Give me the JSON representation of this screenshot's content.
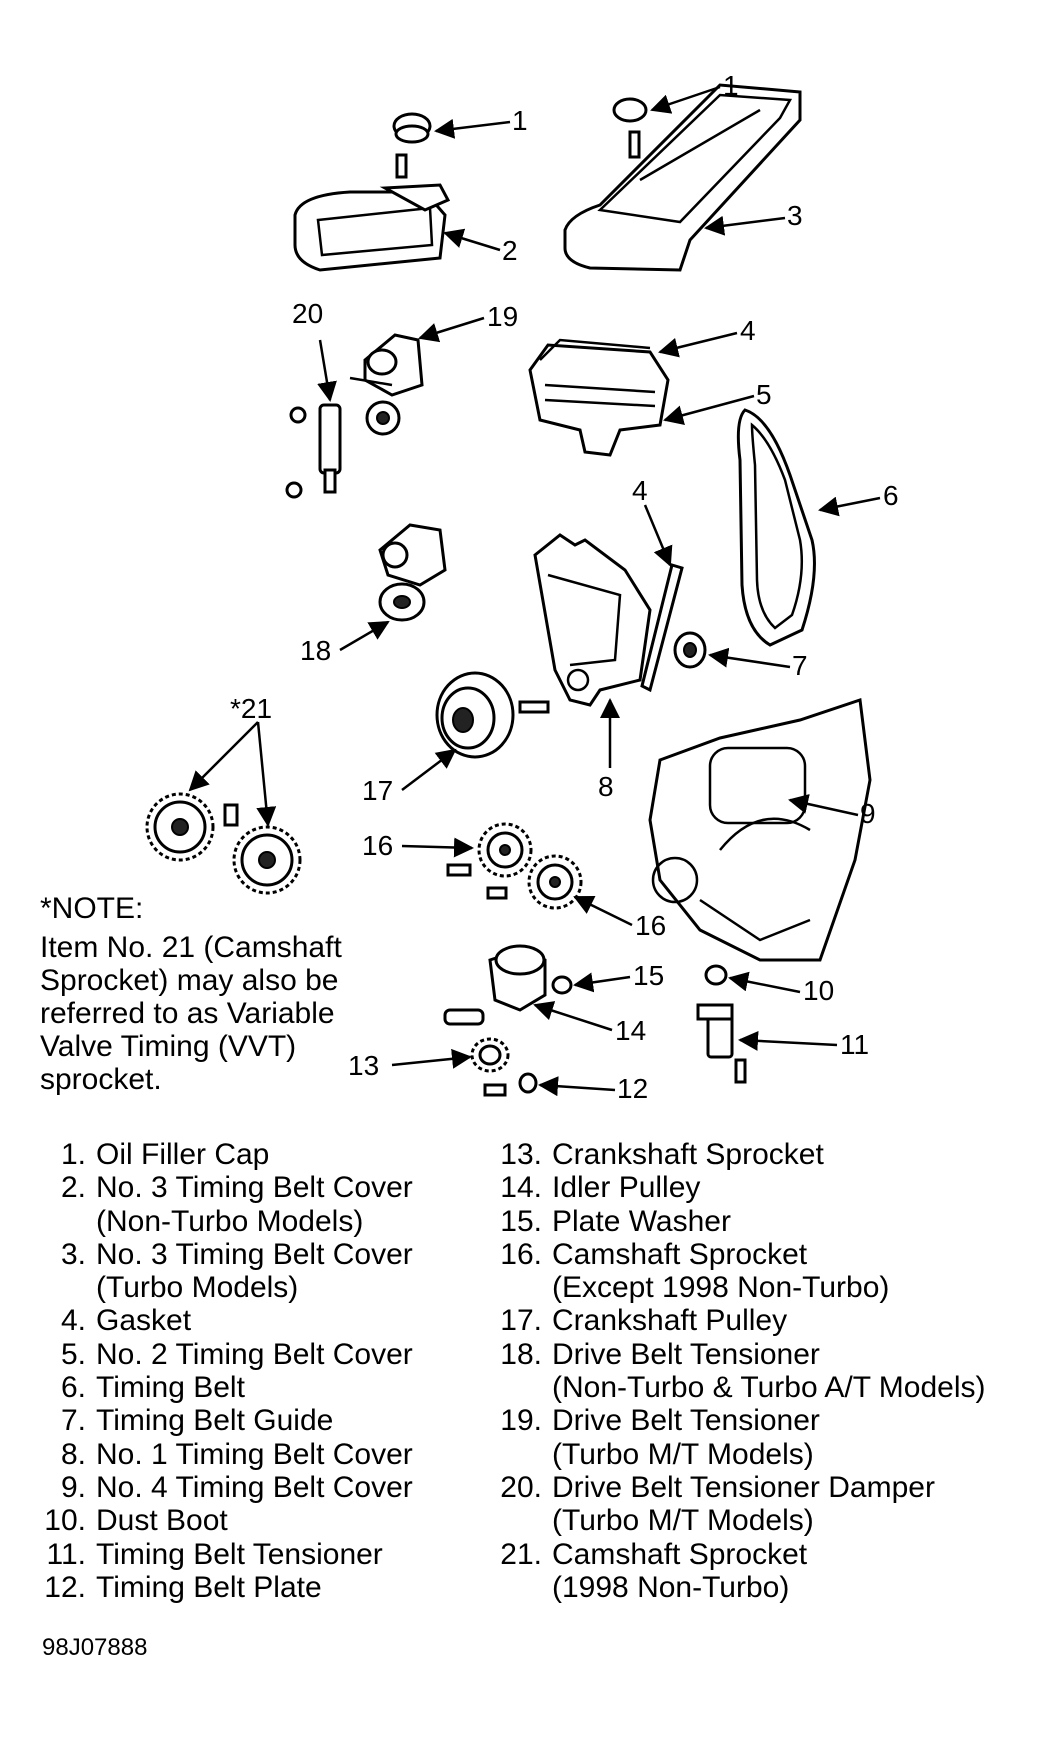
{
  "diagram": {
    "callouts": [
      "1",
      "1",
      "2",
      "3",
      "20",
      "19",
      "4",
      "5",
      "4",
      "6",
      "18",
      "7",
      "*21",
      "17",
      "8",
      "9",
      "16",
      "16",
      "15",
      "10",
      "14",
      "11",
      "13",
      "12"
    ]
  },
  "note": {
    "heading": "*NOTE:",
    "text": "Item No. 21 (Camshaft Sprocket) may also be referred to as Variable Valve Timing (VVT) sprocket."
  },
  "legend": {
    "left": [
      {
        "number": "1.",
        "lines": [
          "Oil Filler Cap"
        ]
      },
      {
        "number": "2.",
        "lines": [
          "No. 3 Timing Belt Cover",
          "(Non-Turbo Models)"
        ]
      },
      {
        "number": "3.",
        "lines": [
          "No. 3 Timing Belt Cover",
          "(Turbo Models)"
        ]
      },
      {
        "number": "4.",
        "lines": [
          "Gasket"
        ]
      },
      {
        "number": "5.",
        "lines": [
          "No. 2 Timing Belt Cover"
        ]
      },
      {
        "number": "6.",
        "lines": [
          "Timing Belt"
        ]
      },
      {
        "number": "7.",
        "lines": [
          "Timing Belt Guide"
        ]
      },
      {
        "number": "8.",
        "lines": [
          "No. 1 Timing Belt Cover"
        ]
      },
      {
        "number": "9.",
        "lines": [
          "No. 4 Timing Belt Cover"
        ]
      },
      {
        "number": "10.",
        "lines": [
          "Dust Boot"
        ]
      },
      {
        "number": "11.",
        "lines": [
          "Timing Belt Tensioner"
        ]
      },
      {
        "number": "12.",
        "lines": [
          "Timing Belt Plate"
        ]
      }
    ],
    "right": [
      {
        "number": "13.",
        "lines": [
          "Crankshaft Sprocket"
        ]
      },
      {
        "number": "14.",
        "lines": [
          "Idler Pulley"
        ]
      },
      {
        "number": "15.",
        "lines": [
          "Plate Washer"
        ]
      },
      {
        "number": "16.",
        "lines": [
          "Camshaft Sprocket",
          "(Except 1998 Non-Turbo)"
        ]
      },
      {
        "number": "17.",
        "lines": [
          "Crankshaft Pulley"
        ]
      },
      {
        "number": "18.",
        "lines": [
          "Drive Belt Tensioner",
          "(Non-Turbo & Turbo A/T Models)"
        ]
      },
      {
        "number": "19.",
        "lines": [
          "Drive Belt Tensioner",
          "(Turbo M/T Models)"
        ]
      },
      {
        "number": "20.",
        "lines": [
          "Drive Belt Tensioner Damper",
          "(Turbo M/T Models)"
        ]
      },
      {
        "number": "21.",
        "lines": [
          "Camshaft Sprocket",
          "(1998 Non-Turbo)"
        ]
      }
    ]
  },
  "figure_code": "98J07888"
}
